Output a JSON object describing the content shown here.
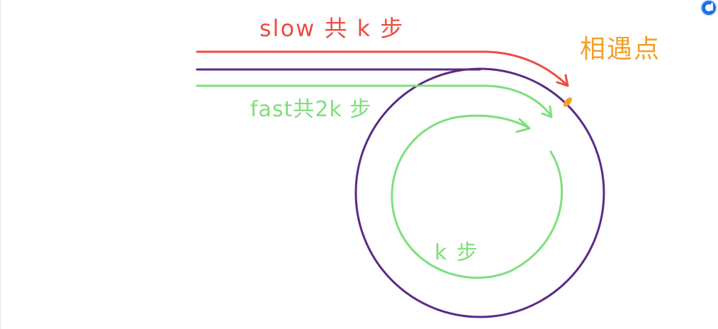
{
  "labels": {
    "slow": "slow 共 k 步",
    "fast": "fast共2k 步",
    "meet": "相遇点",
    "k_steps": "k 步"
  },
  "colors": {
    "slow": "#ee4b43",
    "fast": "#7ee07a",
    "cycle": "#5b2a86",
    "meet": "#f2a02a"
  },
  "app": {
    "badge_icon": "app-badge-icon"
  }
}
